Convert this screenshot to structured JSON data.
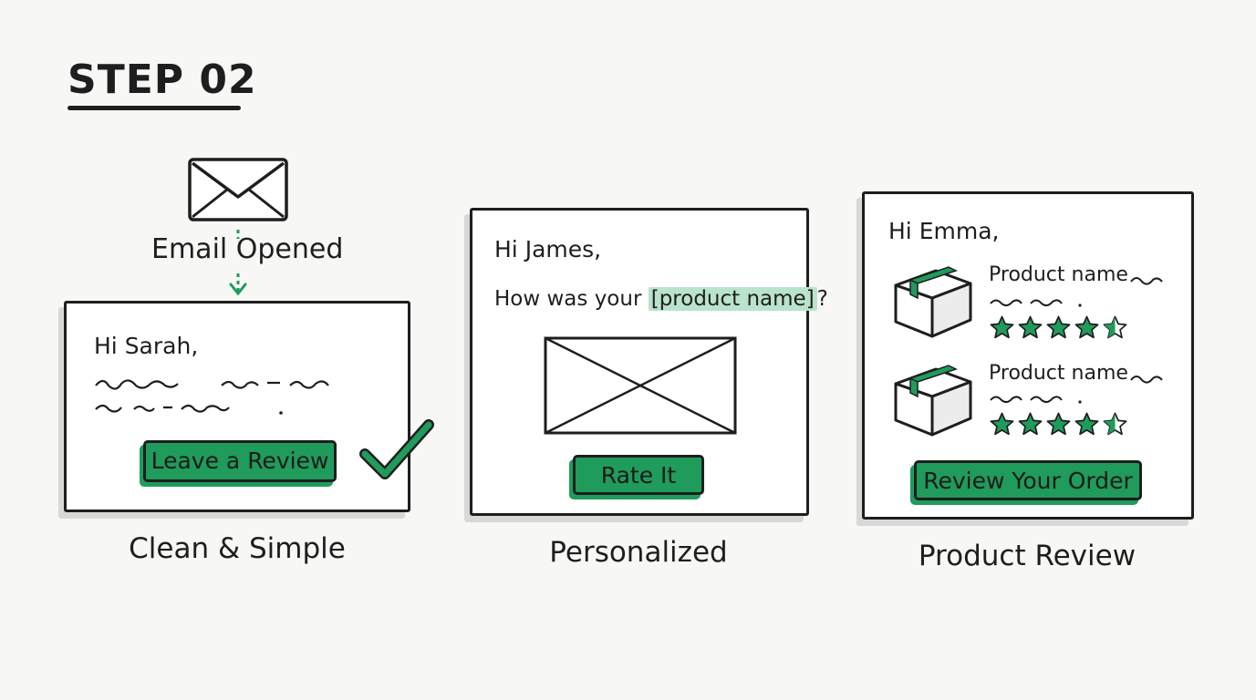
{
  "step": {
    "title": "STEP 02"
  },
  "flow": {
    "trigger_label": "Email Opened"
  },
  "cards": [
    {
      "greeting": "Hi Sarah,",
      "button_label": "Leave a Review",
      "caption": "Clean & Simple"
    },
    {
      "greeting": "Hi James,",
      "question_prefix": "How was your ",
      "placeholder_token": "[product name]",
      "question_suffix": "?",
      "button_label": "Rate It",
      "caption": "Personalized"
    },
    {
      "greeting": "Hi Emma,",
      "products": [
        {
          "name": "Product name",
          "rating": 4.5
        },
        {
          "name": "Product name",
          "rating": 4.5
        }
      ],
      "button_label": "Review Your Order",
      "caption": "Product Review"
    }
  ],
  "colors": {
    "accent": "#1f9b5b",
    "highlight": "#b9e4cb",
    "ink": "#1e1e1e"
  },
  "icons": [
    "envelope-icon",
    "arrow-down-icon",
    "checkmark-icon",
    "image-placeholder-icon",
    "package-icon",
    "star-icon"
  ]
}
